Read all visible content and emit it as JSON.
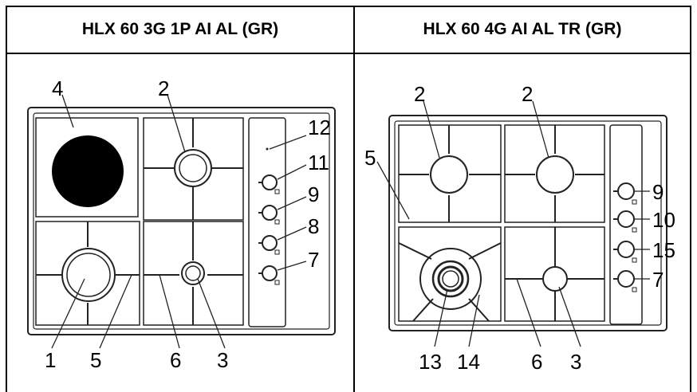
{
  "table": {
    "columns": [
      {
        "title": "HLX 60 3G 1P AI AL (GR)"
      },
      {
        "title": "HLX 60 4G AI AL TR (GR)"
      }
    ]
  },
  "left_labels": {
    "l4": "4",
    "l2": "2",
    "l12": "12",
    "l11": "11",
    "l9": "9",
    "l8": "8",
    "l7": "7",
    "l1": "1",
    "l5": "5",
    "l6": "6",
    "l3": "3"
  },
  "right_labels": {
    "l2a": "2",
    "l2b": "2",
    "l5": "5",
    "l9": "9",
    "l10": "10",
    "l15": "15",
    "l7": "7",
    "l13": "13",
    "l14": "14",
    "l6": "6",
    "l3": "3"
  },
  "colors": {
    "line": "#000000",
    "drawing": "#222222",
    "hotplate": "#000000"
  }
}
